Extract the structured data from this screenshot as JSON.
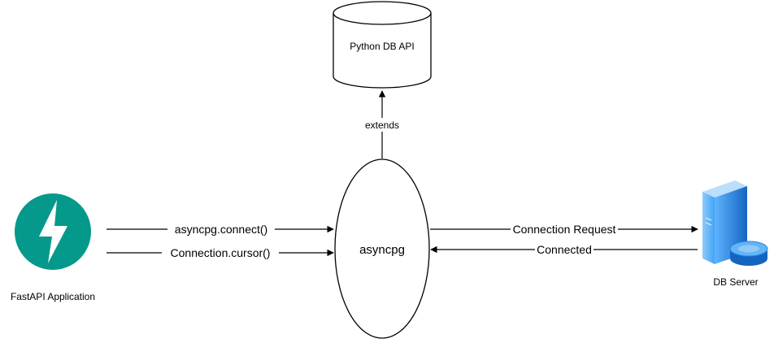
{
  "nodes": {
    "python_db_api": {
      "label": "Python DB API"
    },
    "asyncpg": {
      "label": "asyncpg"
    },
    "fastapi_app": {
      "label": "FastAPI Application",
      "icon": "fastapi-logo-icon"
    },
    "db_server": {
      "label": "DB Server",
      "icon": "server-database-icon"
    }
  },
  "edges": {
    "extends": {
      "label": "extends"
    },
    "connect": {
      "label": "asyncpg.connect()"
    },
    "cursor": {
      "label": "Connection.cursor()"
    },
    "connection_request": {
      "label": "Connection Request"
    },
    "connected": {
      "label": "Connected"
    }
  },
  "colors": {
    "fastapi_teal": "#05998B",
    "server_blue": "#1E88E5",
    "stroke": "#000000"
  }
}
